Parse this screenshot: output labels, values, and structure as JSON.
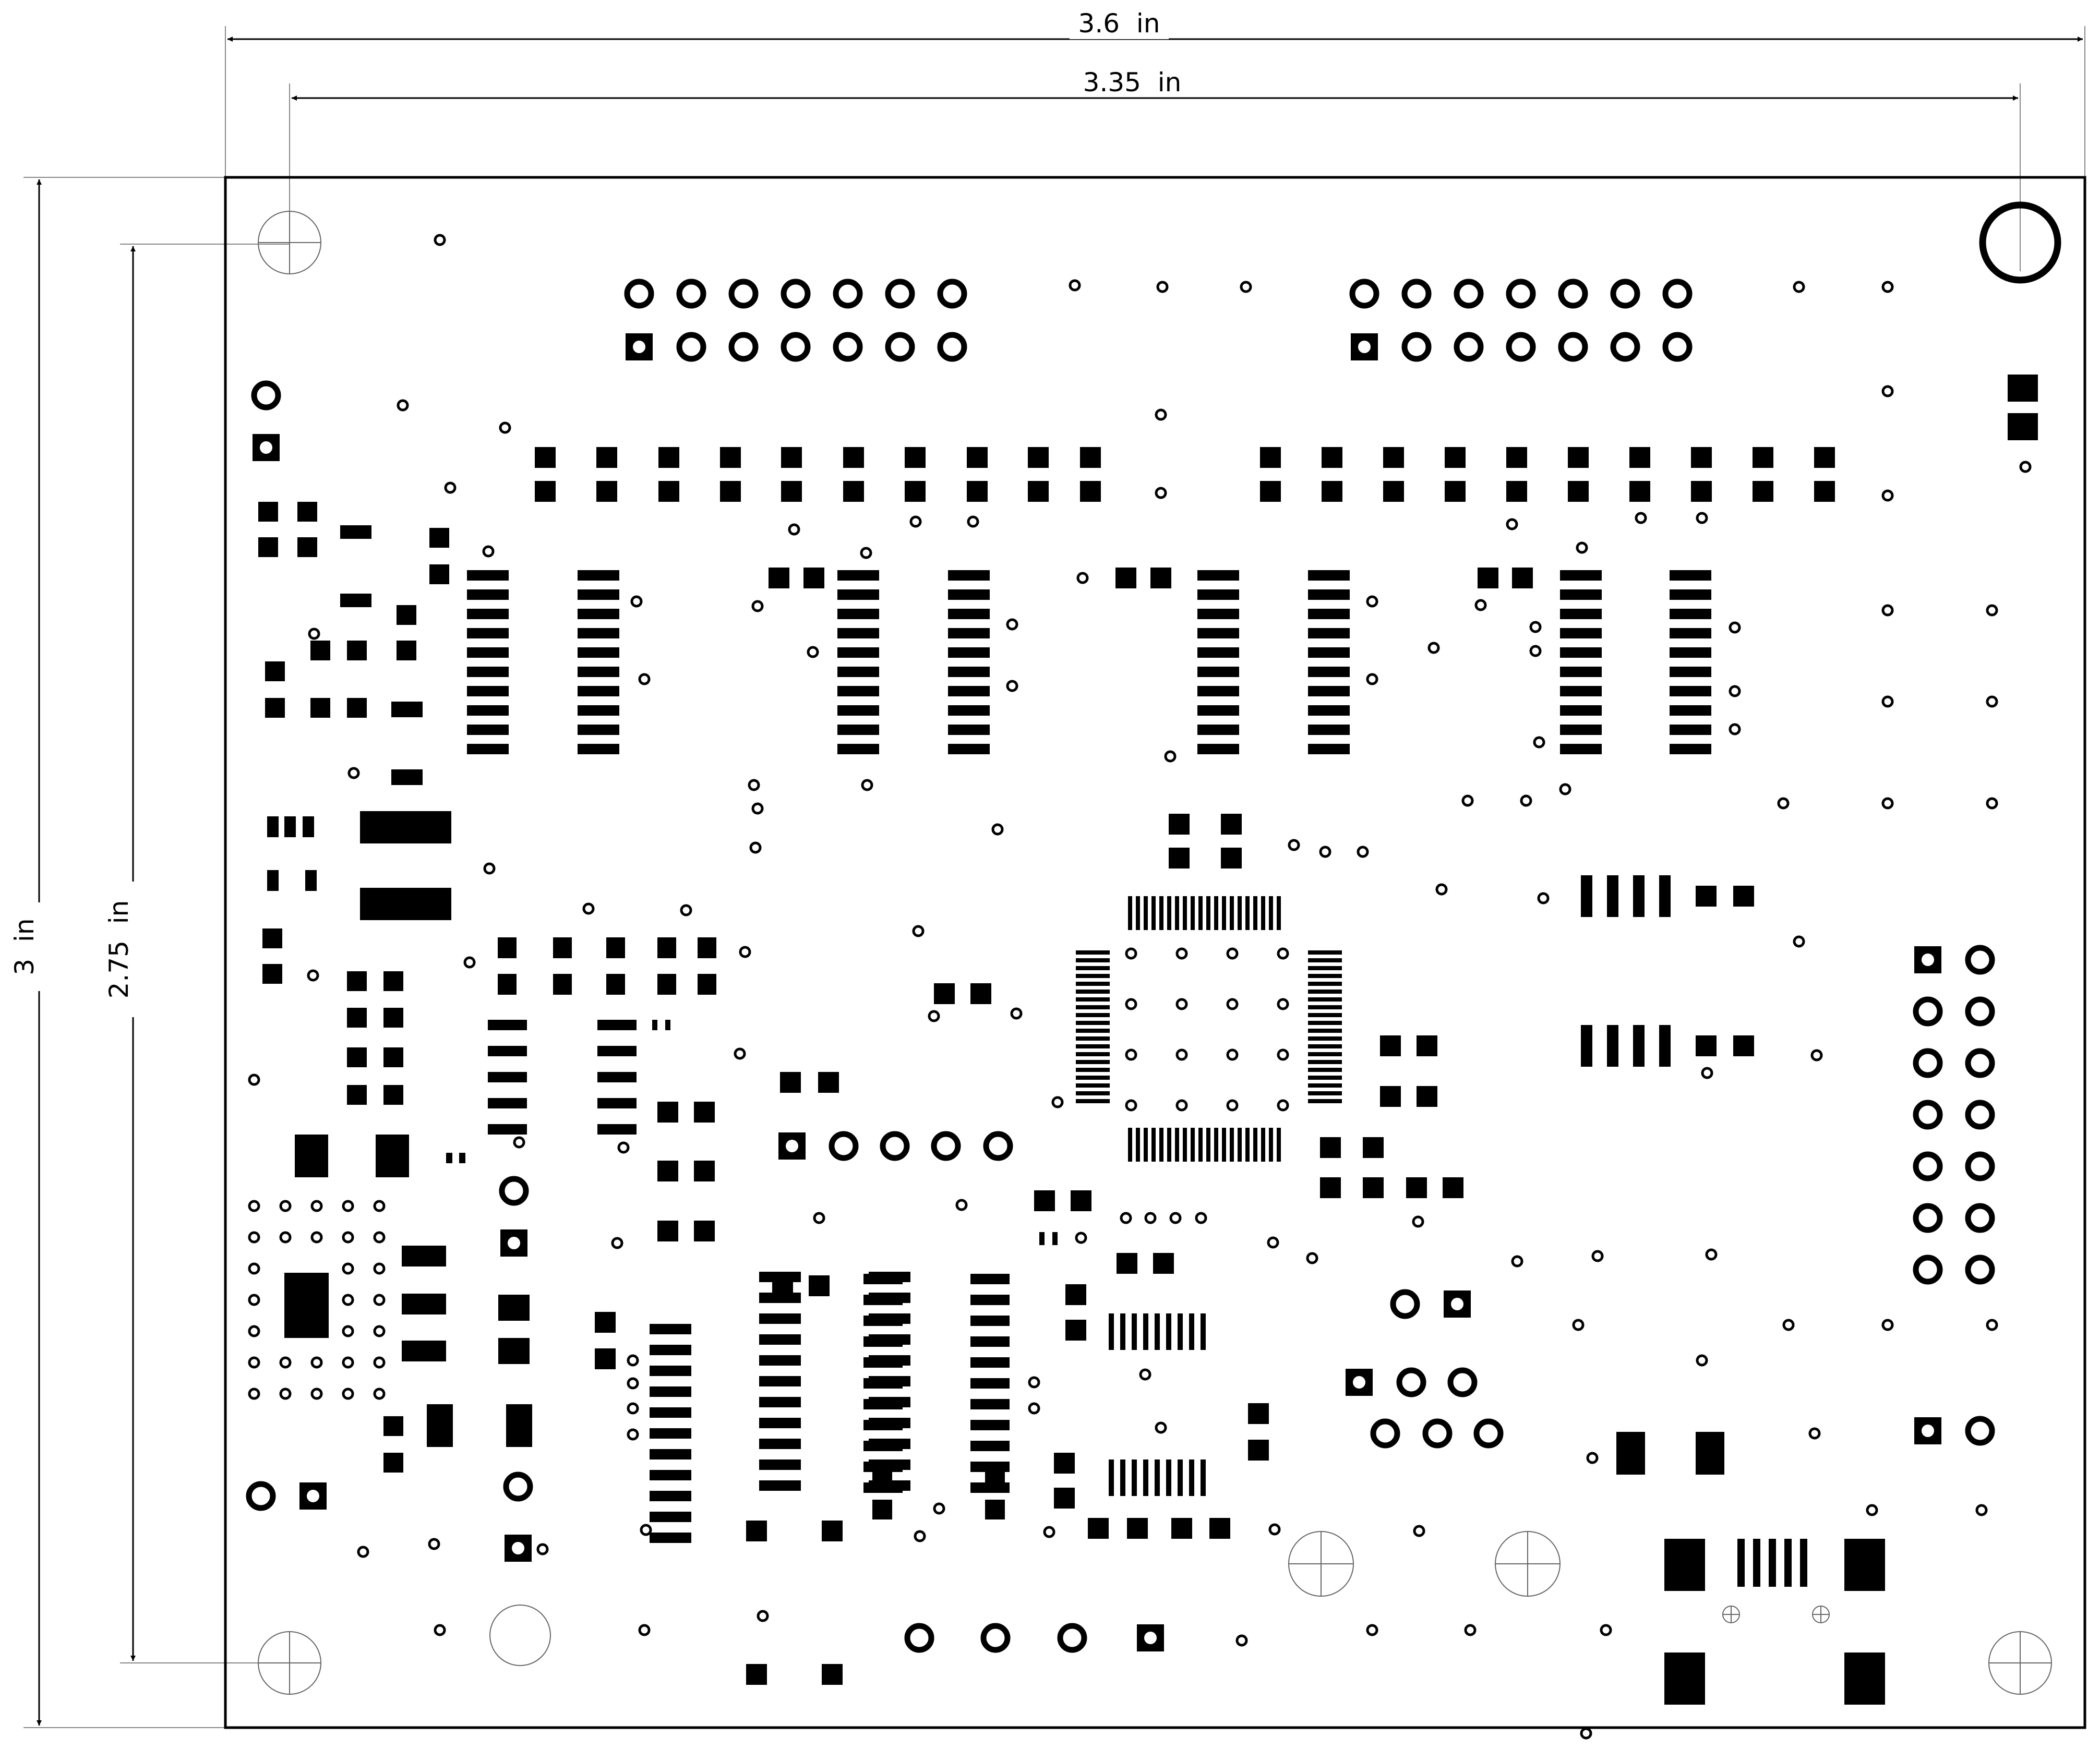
{
  "dimensions": {
    "width_label": "3.6  in",
    "inner_width_label": "3.35  in",
    "height_label": "3  in",
    "inner_height_label": "2.75  in"
  },
  "colors": {
    "ink": "#000000",
    "paper": "#ffffff",
    "construction": "#888888"
  }
}
